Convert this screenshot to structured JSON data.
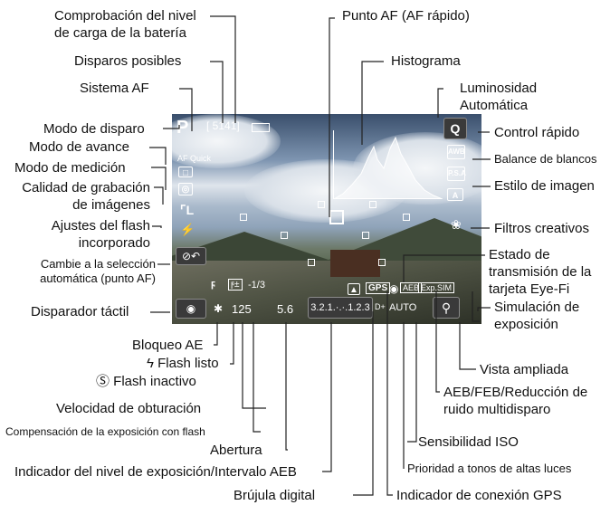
{
  "screen": {
    "shooting_mode": "P",
    "af_mode_text": "AF Quick",
    "shots_remaining": "[ 5141]",
    "quick_btn": "Q",
    "wb": "AWB",
    "picture_style": "P.S.A",
    "expsim": "Exp.SIM",
    "shutter": "125",
    "aperture": "5.6",
    "flash_comp": "-1/3",
    "exp_scale": "3.2.1.·.·.1.2.3",
    "iso": "AUTO",
    "gps": "GPS",
    "aeb": "AEB"
  },
  "labels": {
    "battery": "Comprobación del nivel de carga de la batería",
    "shots": "Disparos posibles",
    "af_system": "Sistema AF",
    "shoot_mode": "Modo de disparo",
    "drive": "Modo de avance",
    "metering": "Modo de medición",
    "quality": "Calidad de grabación de imágenes",
    "flash_set": "Ajustes del flash incorporado",
    "change_sel": "Cambie a la selección automática (punto AF)",
    "touch": "Disparador táctil",
    "ae_lock": "Bloqueo AE",
    "flash_ready": "ϟ Flash listo",
    "flash_off": "Ⓢ Flash inactivo",
    "shutter": "Velocidad de obturación",
    "flash_comp": "Compensación de la exposición con flash",
    "aperture": "Abertura",
    "exp_level": "Indicador del nivel de exposición/Intervalo AEB",
    "compass": "Brújula digital",
    "af_point": "Punto AF (AF rápido)",
    "histogram": "Histograma",
    "auto_lum": "Luminosidad Automática",
    "quick_ctrl": "Control rápido",
    "wb": "Balance de blancos",
    "pic_style": "Estilo de imagen",
    "creative": "Filtros creativos",
    "eyefi": "Estado de transmisión de la tarjeta Eye-Fi",
    "exp_sim": "Simulación de exposición",
    "mag": "Vista ampliada",
    "aeb": "AEB/FEB/Reducción de ruido multidisparo",
    "iso": "Sensibilidad ISO",
    "htp": "Prioridad a tonos de altas luces",
    "gps": "Indicador de conexión GPS"
  },
  "colors": {
    "line": "#222222",
    "ui_text": "#ffffff"
  }
}
